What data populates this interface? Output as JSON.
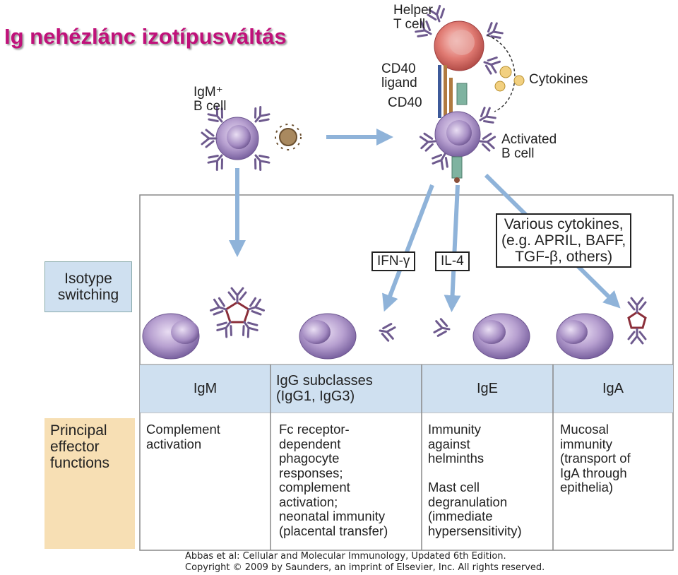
{
  "title": "Ig nehézlánc izotípusváltás",
  "top_labels": {
    "helper_t_cell": "Helper\nT cell",
    "cd40_ligand": "CD40\nligand",
    "cd40": "CD40",
    "cytokines": "Cytokines",
    "igm_b_cell": "IgM⁺\nB cell",
    "activated_b_cell": "Activated\nB cell"
  },
  "cytokine_boxes": {
    "ifn": "IFN-γ",
    "il4": "IL-4",
    "various": "Various cytokines,\n(e.g. APRIL, BAFF,\nTGF-β, others)"
  },
  "row_labels": {
    "isotype_switching": "Isotype\nswitching",
    "principal_effector": "Principal\neffector\nfunctions"
  },
  "isotypes": [
    {
      "name": "IgM",
      "effect": "Complement\nactivation"
    },
    {
      "name": "IgG subclasses\n(IgG1, IgG3)",
      "effect": "Fc receptor-\ndependent\nphagocyte\nresponses;\ncomplement\nactivation;\nneonatal immunity\n(placental transfer)"
    },
    {
      "name": "IgE",
      "effect": "Immunity\nagainst\nhelminths\n\nMast cell\ndegranulation\n(immediate\nhypersensitivity)"
    },
    {
      "name": "IgA",
      "effect": "Mucosal\nimmunity\n(transport of\nIgA through\nepithelia)"
    }
  ],
  "citation": "Abbas et al: Cellular and Molecular Immunology, Updated 6th Edition.\nCopyright © 2009 by Saunders, an imprint of Elsevier, Inc. All rights reserved.",
  "colors": {
    "title": "#c0117a",
    "blue_panel": "#cfe0f0",
    "effector_panel": "#f7dfb4",
    "b_cell": "#a890c4",
    "t_cell": "#d46060",
    "arrow": "#8fb3d9",
    "antibody": "#6e5a8e"
  }
}
